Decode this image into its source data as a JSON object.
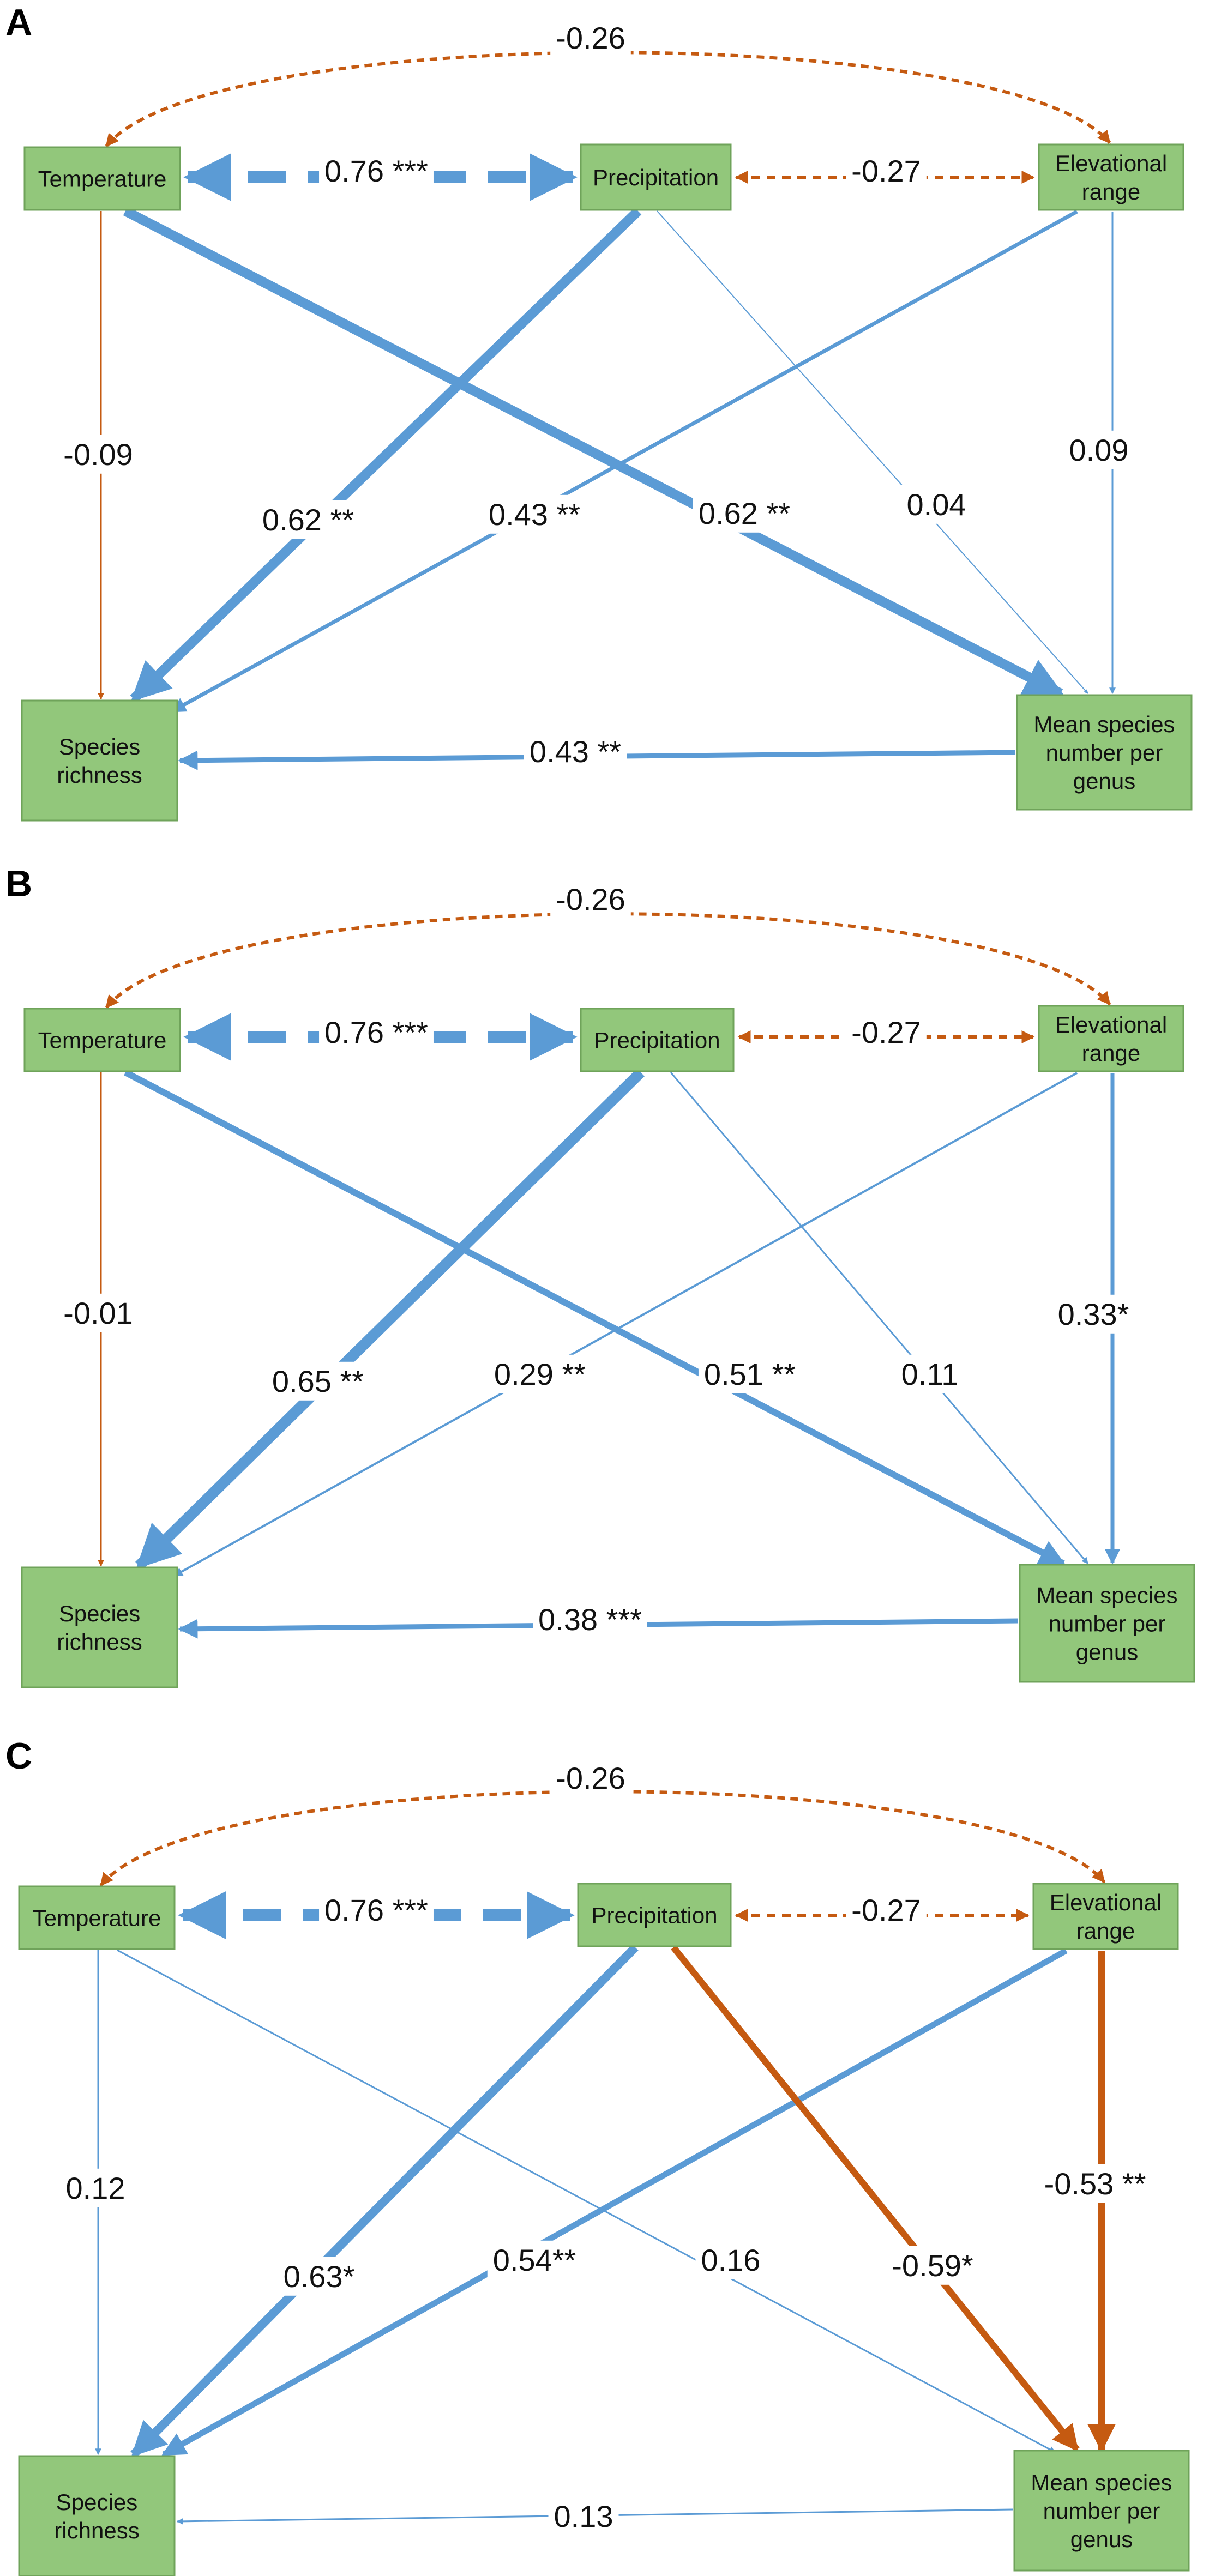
{
  "colors": {
    "positive": "#5B9BD5",
    "negative": "#C55A11",
    "node_fill": "#92C77B",
    "node_stroke": "#6FA35A"
  },
  "panels": [
    {
      "letter": "A",
      "nodes": {
        "temp": [
          "Temperature"
        ],
        "precip": [
          "Precipitation"
        ],
        "elev": [
          "Elevational",
          "range"
        ],
        "rich": [
          "Species",
          "richness"
        ],
        "mean": [
          "Mean species",
          "number per",
          "genus"
        ]
      },
      "edges": [
        {
          "from": "temp",
          "to": "elev",
          "label": "-0.26",
          "sign": "negative",
          "style": "dashed-curve"
        },
        {
          "from": "temp",
          "to": "precip",
          "label": "0.76 ***",
          "sign": "positive",
          "style": "dashed-double"
        },
        {
          "from": "precip",
          "to": "elev",
          "label": "-0.27",
          "sign": "negative",
          "style": "dashed-double"
        },
        {
          "from": "temp",
          "to": "rich",
          "label": "-0.09",
          "sign": "negative"
        },
        {
          "from": "precip",
          "to": "rich",
          "label": "0.62 **",
          "sign": "positive"
        },
        {
          "from": "elev",
          "to": "rich",
          "label": "0.43 **",
          "sign": "positive"
        },
        {
          "from": "temp",
          "to": "mean",
          "label": "0.62 **",
          "sign": "positive"
        },
        {
          "from": "precip",
          "to": "mean",
          "label": "0.04",
          "sign": "positive"
        },
        {
          "from": "elev",
          "to": "mean",
          "label": "0.09",
          "sign": "positive"
        },
        {
          "from": "mean",
          "to": "rich",
          "label": "0.43 **",
          "sign": "positive"
        }
      ]
    },
    {
      "letter": "B",
      "nodes": {
        "temp": [
          "Temperature"
        ],
        "precip": [
          "Precipitation"
        ],
        "elev": [
          "Elevational",
          "range"
        ],
        "rich": [
          "Species",
          "richness"
        ],
        "mean": [
          "Mean species",
          "number per",
          "genus"
        ]
      },
      "edges": [
        {
          "from": "temp",
          "to": "elev",
          "label": "-0.26",
          "sign": "negative",
          "style": "dashed-curve"
        },
        {
          "from": "temp",
          "to": "precip",
          "label": "0.76 ***",
          "sign": "positive",
          "style": "dashed-double"
        },
        {
          "from": "precip",
          "to": "elev",
          "label": "-0.27",
          "sign": "negative",
          "style": "dashed-double"
        },
        {
          "from": "temp",
          "to": "rich",
          "label": "-0.01",
          "sign": "negative"
        },
        {
          "from": "precip",
          "to": "rich",
          "label": "0.65 **",
          "sign": "positive"
        },
        {
          "from": "elev",
          "to": "rich",
          "label": "0.29 **",
          "sign": "positive"
        },
        {
          "from": "temp",
          "to": "mean",
          "label": "0.51 **",
          "sign": "positive"
        },
        {
          "from": "precip",
          "to": "mean",
          "label": "0.11",
          "sign": "positive"
        },
        {
          "from": "elev",
          "to": "mean",
          "label": "0.33*",
          "sign": "positive"
        },
        {
          "from": "mean",
          "to": "rich",
          "label": "0.38 ***",
          "sign": "positive"
        }
      ]
    },
    {
      "letter": "C",
      "nodes": {
        "temp": [
          "Temperature"
        ],
        "precip": [
          "Precipitation"
        ],
        "elev": [
          "Elevational",
          "range"
        ],
        "rich": [
          "Species",
          "richness"
        ],
        "mean": [
          "Mean species",
          "number per",
          "genus"
        ]
      },
      "edges": [
        {
          "from": "temp",
          "to": "elev",
          "label": "-0.26",
          "sign": "negative",
          "style": "dashed-curve"
        },
        {
          "from": "temp",
          "to": "precip",
          "label": "0.76 ***",
          "sign": "positive",
          "style": "dashed-double"
        },
        {
          "from": "precip",
          "to": "elev",
          "label": "-0.27",
          "sign": "negative",
          "style": "dashed-double"
        },
        {
          "from": "temp",
          "to": "rich",
          "label": "0.12",
          "sign": "positive"
        },
        {
          "from": "precip",
          "to": "rich",
          "label": "0.63*",
          "sign": "positive"
        },
        {
          "from": "elev",
          "to": "rich",
          "label": "0.54**",
          "sign": "positive"
        },
        {
          "from": "temp",
          "to": "mean",
          "label": "0.16",
          "sign": "positive"
        },
        {
          "from": "precip",
          "to": "mean",
          "label": "-0.59*",
          "sign": "negative"
        },
        {
          "from": "elev",
          "to": "mean",
          "label": "-0.53 **",
          "sign": "negative"
        },
        {
          "from": "mean",
          "to": "rich",
          "label": "0.13",
          "sign": "positive"
        }
      ]
    }
  ]
}
